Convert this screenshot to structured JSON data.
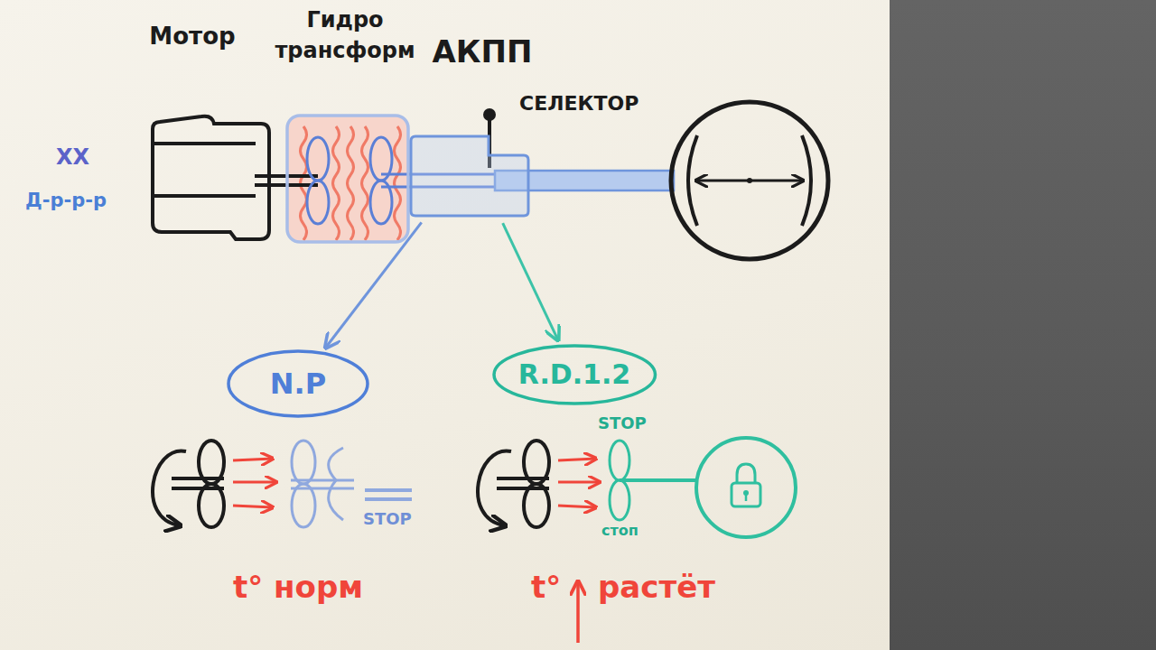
{
  "diagram": {
    "nodes": [
      {
        "text": [
          "Мотор"
        ]
      },
      {
        "text": [
          "Гидро трансформ"
        ]
      },
      {
        "text": [
          "АКПП"
        ]
      },
      {
        "text": [
          "N.P"
        ]
      },
      {
        "text": [
          "R.D.1.2"
        ]
      }
    ],
    "edges": [
      {
        "from": 2,
        "to": 3,
        "arrow": "to"
      },
      {
        "from": 2,
        "to": 4,
        "arrow": "to"
      }
    ],
    "labels": [
      "СЕЛЕКТОР",
      "ХХ",
      "Д-р-р-р",
      "STOP",
      "STOP",
      "стоп",
      "t° норм",
      "t°",
      "растёт"
    ]
  }
}
